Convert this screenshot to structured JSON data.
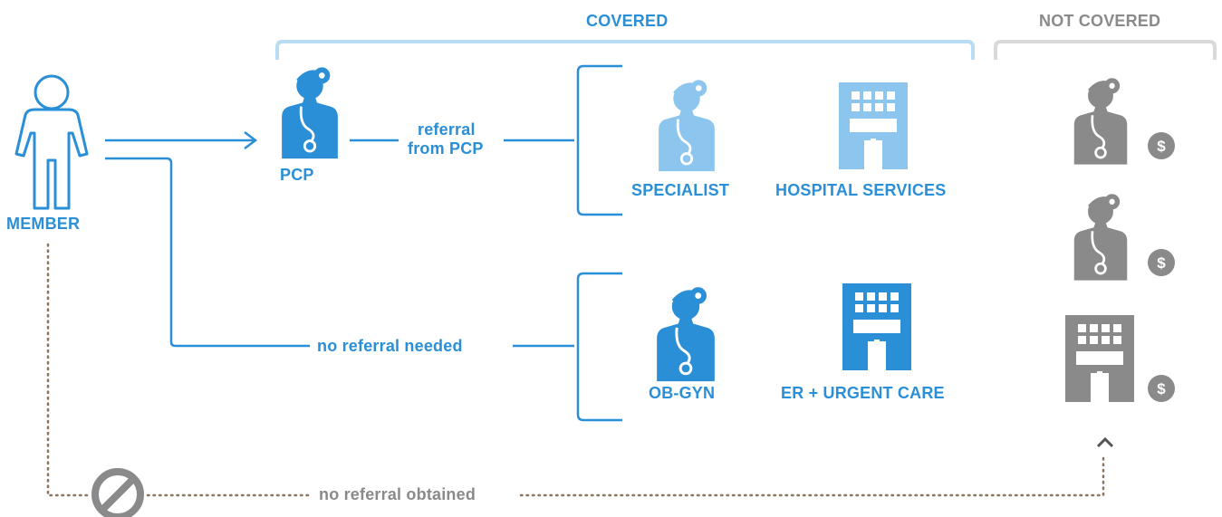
{
  "headers": {
    "covered": "COVERED",
    "not_covered": "NOT COVERED"
  },
  "nodes": {
    "member": "MEMBER",
    "pcp": "PCP",
    "specialist": "SPECIALIST",
    "hospital": "HOSPITAL SERVICES",
    "obgyn": "OB-GYN",
    "er": "ER + URGENT CARE"
  },
  "edges": {
    "referral_line1": "referral",
    "referral_line2": "from PCP",
    "no_referral_needed": "no referral needed",
    "no_referral_obtained": "no referral obtained"
  },
  "icons": {
    "member": "person-outline-icon",
    "pcp": "doctor-icon",
    "specialist": "doctor-icon",
    "hospital": "hospital-building-icon",
    "obgyn": "doctor-icon",
    "er": "hospital-building-icon",
    "not_covered_1": "doctor-icon",
    "not_covered_2": "doctor-icon",
    "not_covered_3": "hospital-building-icon",
    "cost": "dollar-coin-icon",
    "prohibited": "prohibited-icon",
    "arrow": "chevron-up-icon"
  },
  "colors": {
    "blue": "#2a8fd6",
    "light_blue": "#8cc6ee",
    "bracket_blue": "#b9dcf5",
    "gray": "#8a8a8a",
    "bracket_gray": "#d9d9d9"
  }
}
